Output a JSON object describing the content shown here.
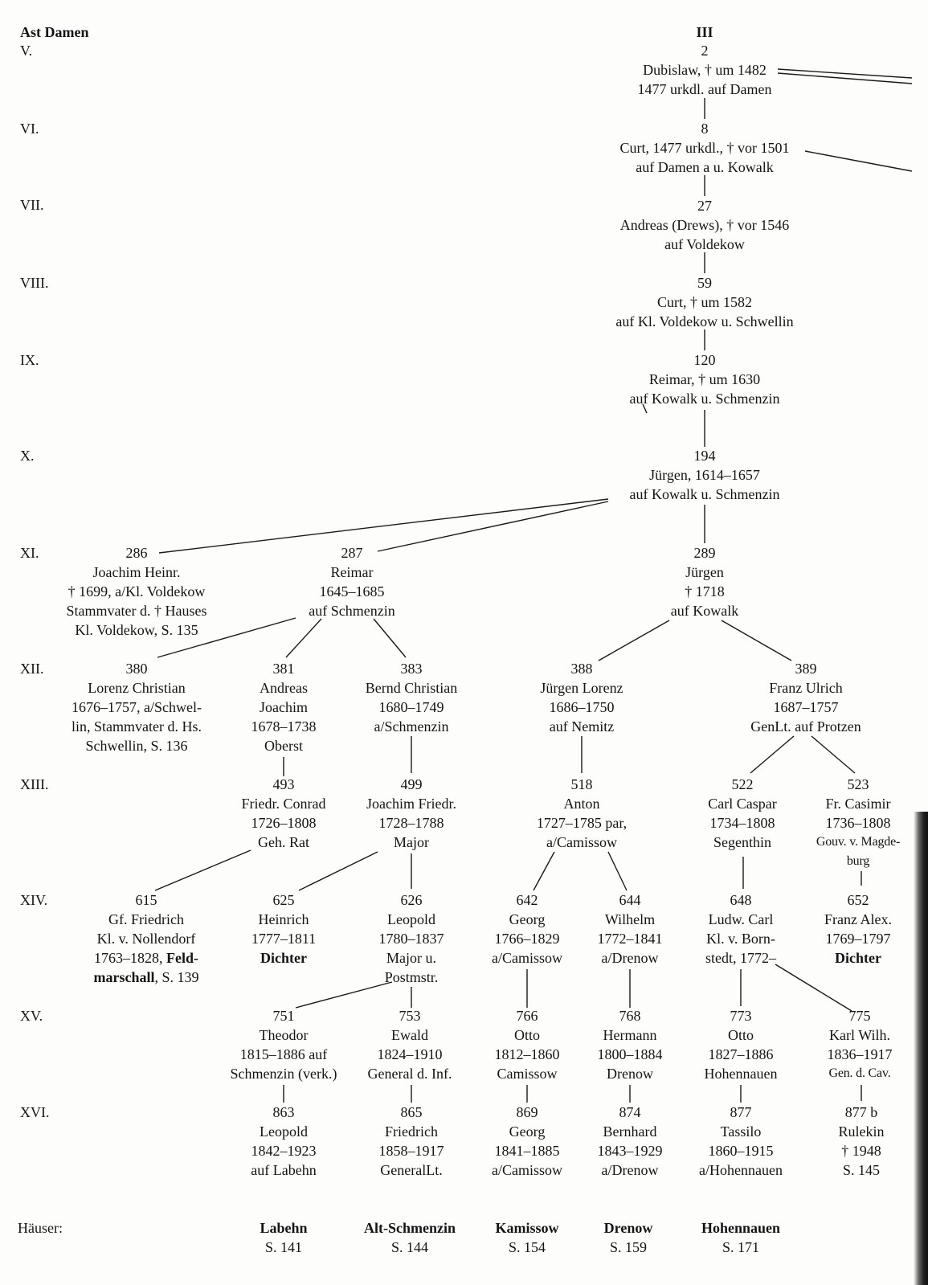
{
  "header": {
    "branch": "Ast Damen",
    "table": "III"
  },
  "generations": [
    "V.",
    "VI.",
    "VII.",
    "VIII.",
    "IX.",
    "X.",
    "XI.",
    "XII.",
    "XIII.",
    "XIV.",
    "XV.",
    "XVI."
  ],
  "persons": {
    "n2": [
      "2",
      "Dubislaw, † um 1482",
      "1477 urkdl. auf Damen"
    ],
    "n8": [
      "8",
      "Curt, 1477 urkdl., † vor 1501",
      "auf Damen a u. Kowalk"
    ],
    "n27": [
      "27",
      "Andreas (Drews), † vor 1546",
      "auf Voldekow"
    ],
    "n59": [
      "59",
      "Curt, † um 1582",
      "auf Kl. Voldekow u. Schwellin"
    ],
    "n120": [
      "120",
      "Reimar, † um 1630",
      "auf Kowalk u. Schmenzin"
    ],
    "n194": [
      "194",
      "Jürgen, 1614–1657",
      "auf Kowalk u. Schmenzin"
    ],
    "n286": [
      "286",
      "Joachim Heinr.",
      "† 1699, a/Kl. Voldekow",
      "Stammvater d. † Hauses",
      "Kl. Voldekow, S. 135"
    ],
    "n287": [
      "287",
      "Reimar",
      "1645–1685",
      "auf Schmenzin"
    ],
    "n289": [
      "289",
      "Jürgen",
      "† 1718",
      "auf Kowalk"
    ],
    "n380": [
      "380",
      "Lorenz Christian",
      "1676–1757, a/Schwel-",
      "lin, Stammvater d. Hs.",
      "Schwellin, S. 136"
    ],
    "n381": [
      "381",
      "Andreas",
      "Joachim",
      "1678–1738",
      "Oberst"
    ],
    "n383": [
      "383",
      "Bernd Christian",
      "1680–1749",
      "a/Schmenzin"
    ],
    "n388": [
      "388",
      "Jürgen Lorenz",
      "1686–1750",
      "auf Nemitz"
    ],
    "n389": [
      "389",
      "Franz Ulrich",
      "1687–1757",
      "GenLt. auf Protzen"
    ],
    "n493": [
      "493",
      "Friedr. Conrad",
      "1726–1808",
      "Geh. Rat"
    ],
    "n499": [
      "499",
      "Joachim Friedr.",
      "1728–1788",
      "Major"
    ],
    "n518": [
      "518",
      "Anton",
      "1727–1785 par,",
      "a/Camissow"
    ],
    "n522": [
      "522",
      "Carl Caspar",
      "1734–1808",
      "Segenthin"
    ],
    "n523": [
      "523",
      "Fr. Casimir",
      "1736–1808",
      "Gouv. v. Magde-",
      "burg"
    ],
    "n615": [
      "615",
      "Gf. Friedrich",
      "Kl. v. Nollendorf",
      "1763–1828, ",
      "Feld-",
      "marschall",
      ", S. 139"
    ],
    "n625": [
      "625",
      "Heinrich",
      "1777–1811",
      "Dichter"
    ],
    "n626": [
      "626",
      "Leopold",
      "1780–1837",
      "Major u.",
      "Postmstr."
    ],
    "n642": [
      "642",
      "Georg",
      "1766–1829",
      "a/Camissow"
    ],
    "n644": [
      "644",
      "Wilhelm",
      "1772–1841",
      "a/Drenow"
    ],
    "n648": [
      "648",
      "Ludw. Carl",
      "Kl. v. Born-",
      "stedt, 1772–"
    ],
    "n652": [
      "652",
      "Franz Alex.",
      "1769–1797",
      "Dichter"
    ],
    "n751": [
      "751",
      "Theodor",
      "1815–1886 auf",
      "Schmenzin (verk.)"
    ],
    "n753": [
      "753",
      "Ewald",
      "1824–1910",
      "General d. Inf."
    ],
    "n766": [
      "766",
      "Otto",
      "1812–1860",
      "Camissow"
    ],
    "n768": [
      "768",
      "Hermann",
      "1800–1884",
      "Drenow"
    ],
    "n773": [
      "773",
      "Otto",
      "1827–1886",
      "Hohennauen"
    ],
    "n775": [
      "775",
      "Karl Wilh.",
      "1836–1917",
      "Gen. d. Cav."
    ],
    "n863": [
      "863",
      "Leopold",
      "1842–1923",
      "auf Labehn"
    ],
    "n865": [
      "865",
      "Friedrich",
      "1858–1917",
      "GeneralLt."
    ],
    "n869": [
      "869",
      "Georg",
      "1841–1885",
      "a/Camissow"
    ],
    "n874": [
      "874",
      "Bernhard",
      "1843–1929",
      "a/Drenow"
    ],
    "n877": [
      "877",
      "Tassilo",
      "1860–1915",
      "a/Hohennauen"
    ],
    "n877b": [
      "877 b",
      "Rulekin",
      "† 1948",
      "S. 145"
    ]
  },
  "houses": {
    "label": "Häuser:",
    "items": [
      {
        "name": "Labehn",
        "page": "S. 141"
      },
      {
        "name": "Alt-Schmenzin",
        "page": "S. 144"
      },
      {
        "name": "Kamissow",
        "page": "S. 154"
      },
      {
        "name": "Drenow",
        "page": "S. 159"
      },
      {
        "name": "Hohennauen",
        "page": "S. 171"
      }
    ]
  }
}
